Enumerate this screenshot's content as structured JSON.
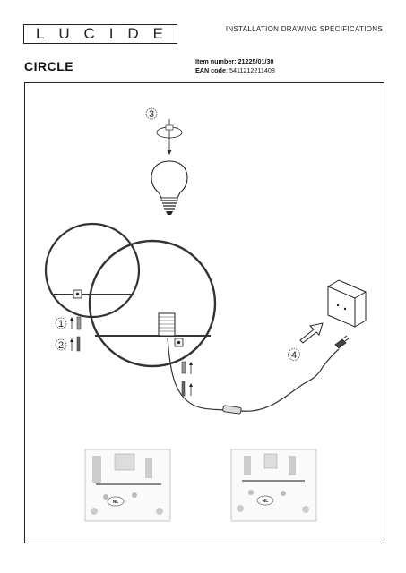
{
  "brand": {
    "letters": [
      "L",
      "U",
      "C",
      "I",
      "D",
      "E"
    ]
  },
  "header": {
    "title": "INSTALLATION DRAWING SPECIFICATIONS"
  },
  "product": {
    "name": "CIRCLE",
    "item_number_label": "Item number:",
    "item_number": "21225/01/30",
    "ean_label": "EAN code",
    "ean": ": 5411212211408"
  },
  "steps": {
    "step1": "1",
    "step2": "2",
    "step3": "3",
    "step4": "4"
  },
  "panels": {
    "left_badge": "NL",
    "right_badge": "NL"
  }
}
